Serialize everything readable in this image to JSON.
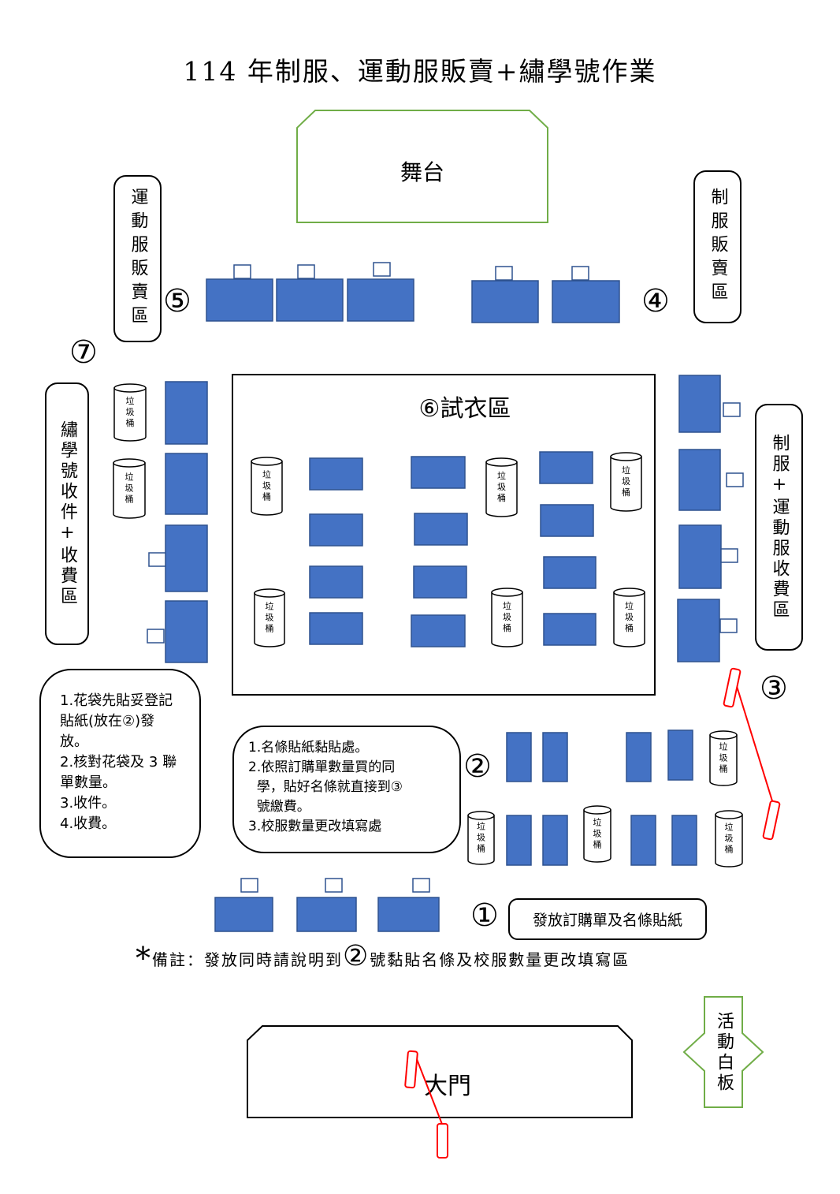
{
  "title": "114 年制服、運動服販賣+繡學號作業",
  "stage": {
    "label": "舞台"
  },
  "zones": {
    "z5": {
      "marker": "⑤",
      "label": "運動服販賣區"
    },
    "z4": {
      "marker": "④",
      "label": "制服販賣區"
    },
    "z7": {
      "marker": "⑦",
      "label": "繡學號收件+收費區"
    },
    "z3": {
      "marker": "③",
      "label": "制服+運動服收費區"
    },
    "z6": {
      "label": "⑥試衣區"
    },
    "z2": {
      "marker": "②"
    },
    "z1": {
      "marker": "①",
      "label": "發放訂購單及名條貼紙"
    }
  },
  "trash_bin": {
    "label": "垃圾桶"
  },
  "note_left": {
    "lines": [
      "1.花袋先貼妥登記",
      "貼紙(放在②)發",
      "放。",
      "2.核對花袋及 3 聯",
      "單數量。",
      "3.收件。",
      "4.收費。"
    ]
  },
  "note_mid": {
    "lines": [
      "1.名條貼紙黏貼處。",
      "2.依照訂購單數量買的同",
      "  學，貼好名條就直接到③",
      "  號繳費。",
      "3.校服數量更改填寫處"
    ]
  },
  "remark": {
    "star": "*",
    "prefix": "備註：發放同時請說明到",
    "marker": "②",
    "suffix": "號黏貼名條及校服數量更改填寫區"
  },
  "gate": {
    "label": "大門"
  },
  "whiteboard": {
    "label": "活動白板"
  },
  "colors": {
    "table": "#4472C4",
    "table_border": "#2F528F",
    "stage_border": "#70AD47",
    "rope": "#FF0000"
  }
}
